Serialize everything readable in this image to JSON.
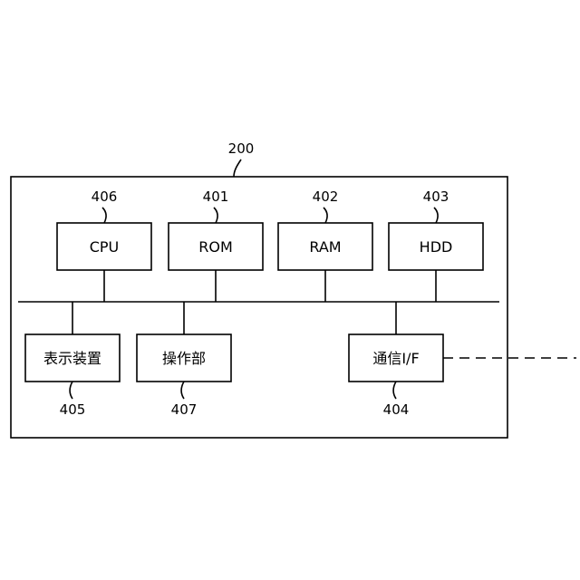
{
  "system_label": "200",
  "blocks": {
    "cpu": {
      "label": "CPU",
      "ref": "406"
    },
    "rom": {
      "label": "ROM",
      "ref": "401"
    },
    "ram": {
      "label": "RAM",
      "ref": "402"
    },
    "hdd": {
      "label": "HDD",
      "ref": "403"
    },
    "display": {
      "label": "表示装置",
      "ref": "405"
    },
    "operation": {
      "label": "操作部",
      "ref": "407"
    },
    "comm": {
      "label": "通信I/F",
      "ref": "404"
    }
  }
}
